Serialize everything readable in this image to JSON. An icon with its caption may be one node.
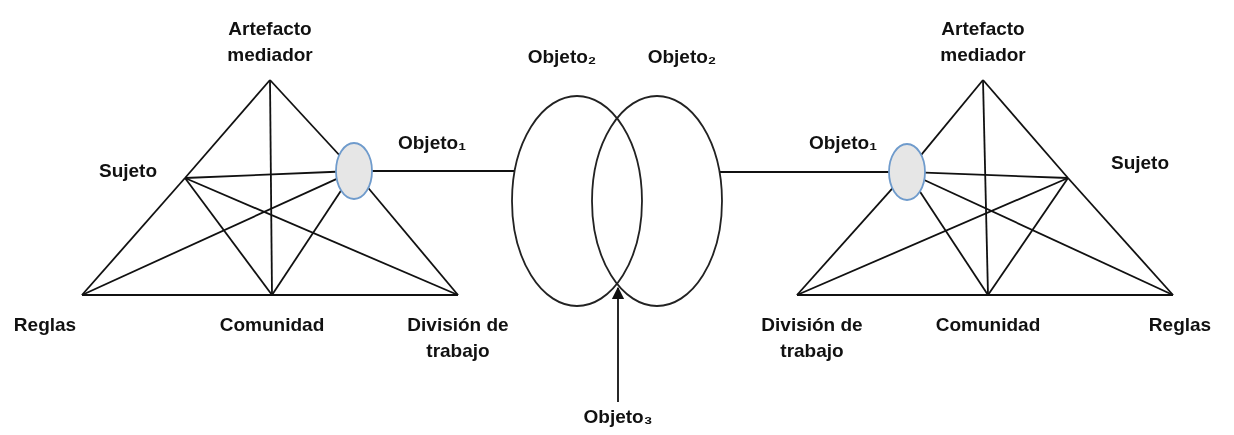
{
  "diagram": {
    "nodes": [
      {
        "text": [
          "Artefacto mediador"
        ]
      },
      {
        "text": [
          "Sujeto"
        ]
      },
      {
        "text": [],
        "shape": "circle",
        "beside": [
          "Objeto₁"
        ]
      },
      {
        "text": [
          "Reglas"
        ]
      },
      {
        "text": [
          "Comunidad"
        ]
      },
      {
        "text": [
          "División de trabajo"
        ]
      },
      {
        "text": [
          "Objeto₂"
        ]
      },
      {
        "text": [
          "Objeto₂"
        ]
      },
      {
        "text": [
          "Objeto₃"
        ]
      },
      {
        "text": [
          "Artefacto mediador"
        ]
      },
      {
        "text": [],
        "shape": "circle",
        "beside": [
          "Objeto₁"
        ]
      },
      {
        "text": [
          "Sujeto"
        ]
      },
      {
        "text": [
          "División de trabajo"
        ]
      },
      {
        "text": [
          "Comunidad"
        ]
      },
      {
        "text": [
          "Reglas"
        ]
      }
    ],
    "edges": [
      {
        "from": 0,
        "to": 1,
        "arrow": "none"
      },
      {
        "from": 1,
        "to": 3,
        "arrow": "none"
      },
      {
        "from": 0,
        "to": 2,
        "arrow": "none"
      },
      {
        "from": 2,
        "to": 5,
        "arrow": "none"
      },
      {
        "from": 3,
        "to": 4,
        "arrow": "none"
      },
      {
        "from": 4,
        "to": 5,
        "arrow": "none"
      },
      {
        "from": 1,
        "to": 2,
        "arrow": "none"
      },
      {
        "from": 0,
        "to": 4,
        "arrow": "none"
      },
      {
        "from": 1,
        "to": 4,
        "arrow": "none"
      },
      {
        "from": 1,
        "to": 5,
        "arrow": "none"
      },
      {
        "from": 2,
        "to": 3,
        "arrow": "none"
      },
      {
        "from": 2,
        "to": 4,
        "arrow": "none"
      },
      {
        "from": 2,
        "to": 6,
        "arrow": "none"
      },
      {
        "from": 8,
        "to": 6,
        "arrow": "to"
      },
      {
        "from": 7,
        "to": 10,
        "arrow": "none"
      },
      {
        "from": 9,
        "to": 11,
        "arrow": "none"
      },
      {
        "from": 11,
        "to": 14,
        "arrow": "none"
      },
      {
        "from": 9,
        "to": 10,
        "arrow": "none"
      },
      {
        "from": 10,
        "to": 12,
        "arrow": "none"
      },
      {
        "from": 12,
        "to": 13,
        "arrow": "none"
      },
      {
        "from": 13,
        "to": 14,
        "arrow": "none"
      },
      {
        "from": 10,
        "to": 11,
        "arrow": "none"
      },
      {
        "from": 9,
        "to": 13,
        "arrow": "none"
      },
      {
        "from": 11,
        "to": 13,
        "arrow": "none"
      },
      {
        "from": 11,
        "to": 12,
        "arrow": "none"
      },
      {
        "from": 10,
        "to": 14,
        "arrow": "none"
      },
      {
        "from": 10,
        "to": 13,
        "arrow": "none"
      }
    ]
  }
}
